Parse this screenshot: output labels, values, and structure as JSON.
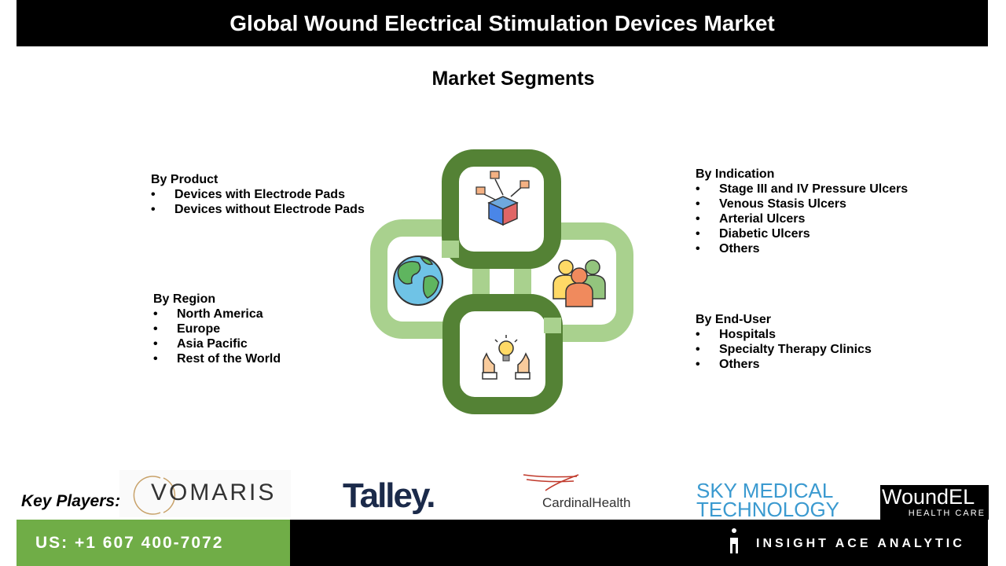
{
  "header": {
    "title": "Global Wound Electrical Stimulation Devices Market"
  },
  "subtitle": "Market Segments",
  "segments": {
    "product": {
      "title": "By Product",
      "items": [
        "Devices with Electrode Pads",
        "Devices without Electrode Pads"
      ]
    },
    "region": {
      "title": "By Region",
      "items": [
        "North America",
        "Europe",
        "Asia Pacific",
        "Rest of the World"
      ]
    },
    "indication": {
      "title": "By Indication",
      "items": [
        "Stage III and IV Pressure Ulcers",
        "Venous Stasis Ulcers",
        "Arterial Ulcers",
        "Diabetic Ulcers",
        "Others"
      ]
    },
    "end_user": {
      "title": "By End-User",
      "items": [
        "Hospitals",
        "Specialty Therapy Clinics",
        "Others"
      ]
    }
  },
  "icons": [
    "network-cube-icon",
    "globe-icon",
    "people-group-icon",
    "lightbulb-hands-icon"
  ],
  "colors": {
    "dark_green": "#548235",
    "light_green": "#a9d18e",
    "footer_green": "#70ad47",
    "black": "#000000"
  },
  "key_players": {
    "label": "Key Players:",
    "logos": {
      "vomaris": "VOMARIS",
      "talley": "Talley.",
      "cardinal": "CardinalHealth",
      "sky_line1": "SKY MEDICAL",
      "sky_line2": "TECHNOLOGY",
      "woundel_line1": "WoundEL",
      "woundel_line2": "HEALTH CARE"
    }
  },
  "footer": {
    "phone": "US: +1 607 400-7072",
    "brand": "INSIGHT ACE ANALYTIC"
  }
}
